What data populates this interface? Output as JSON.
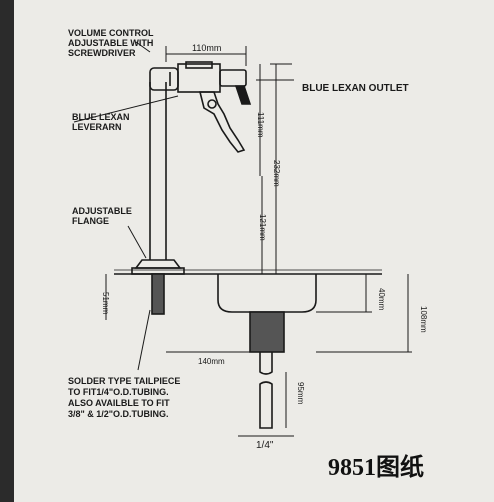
{
  "labels": {
    "volume_1": "VOLUME CONTROL",
    "volume_2": "ADJUSTABLE WITH",
    "volume_3": "SCREWDRIVER",
    "outlet": "BLUE LEXAN OUTLET",
    "lever_1": "BLUE LEXAN",
    "lever_2": "LEVERARN",
    "flange_1": "ADJUSTABLE",
    "flange_2": "FLANGE",
    "solder_1": "SOLDER TYPE TAILPIECE",
    "solder_2": "TO FIT1/4\"O.D.TUBING.",
    "solder_3": "ALSO AVAILBLE TO FIT",
    "solder_4": "3/8\" & 1/2\"O.D.TUBING."
  },
  "dimensions": {
    "d110": "110mm",
    "d111": "111mm",
    "d232": "232mm",
    "d121": "121mm",
    "d51": "51mm",
    "d40": "40mm",
    "d108": "108mm",
    "d140": "140mm",
    "d95": "95mm",
    "d_quarter": "1/4\""
  },
  "model_number": "9851图纸"
}
